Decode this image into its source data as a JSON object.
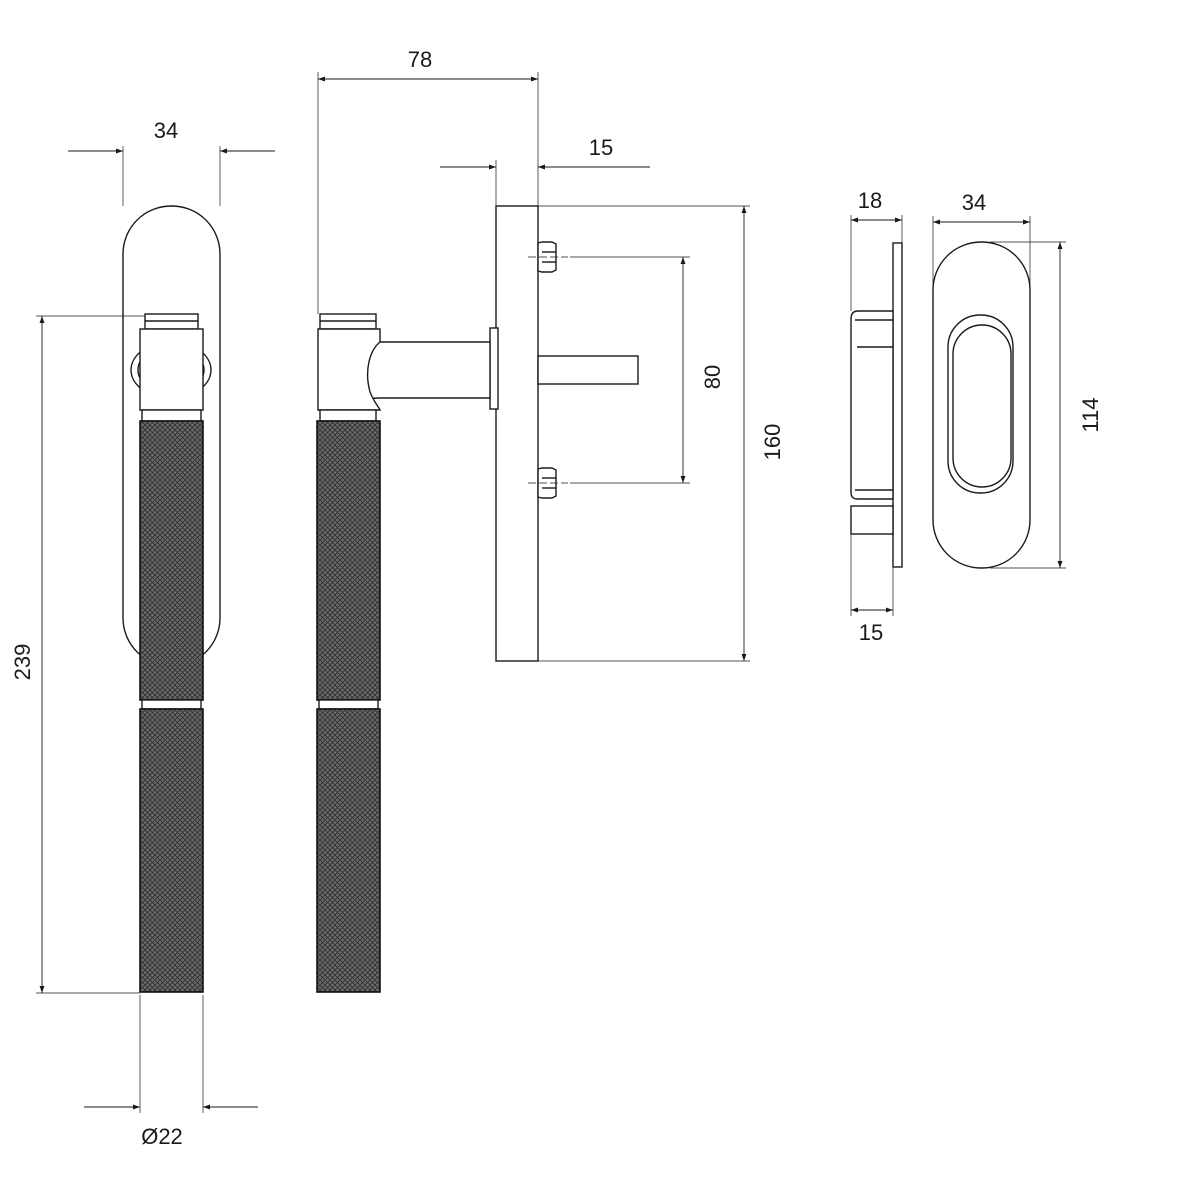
{
  "drawing": {
    "front_view": {
      "dims": {
        "width": "34",
        "height": "239",
        "diameter": "Ø22"
      }
    },
    "side_view": {
      "dims": {
        "projection": "78",
        "rose_thickness": "15",
        "screw_spacing": "80",
        "backplate_height": "160"
      }
    },
    "flush_pull": {
      "dims": {
        "depth": "18",
        "width": "34",
        "height": "114",
        "cup_depth": "15"
      }
    },
    "colors": {
      "line": "#1a1a1a",
      "grip": "#5a5a5a",
      "background": "#ffffff"
    },
    "icons": [
      "dimension-arrow"
    ]
  }
}
